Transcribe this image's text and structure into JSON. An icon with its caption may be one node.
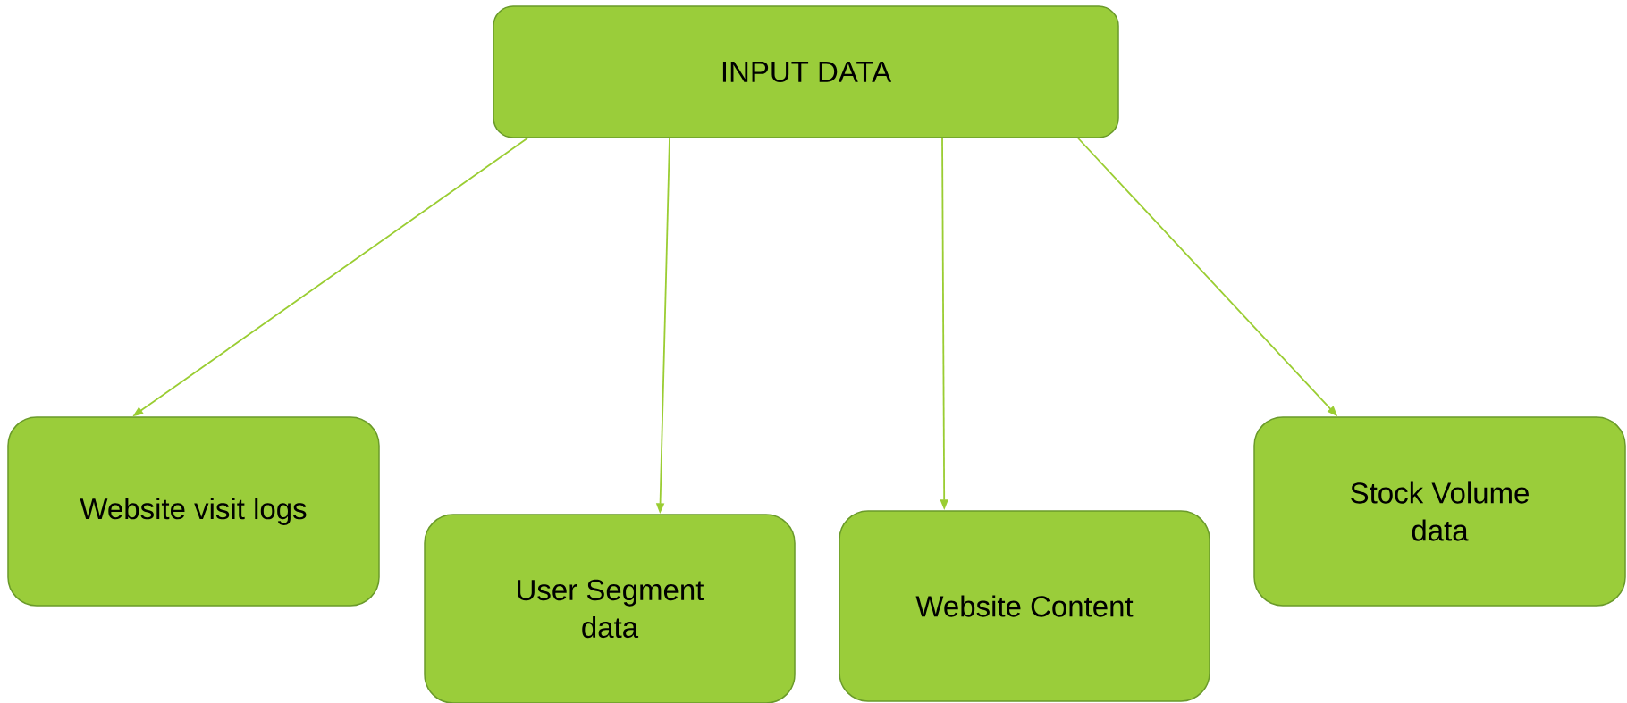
{
  "diagram": {
    "nodes": [
      {
        "text": [
          "INPUT DATA"
        ]
      },
      {
        "text": [
          "Website visit logs"
        ]
      },
      {
        "text": [
          "User Segment data"
        ]
      },
      {
        "text": [
          "Website Content"
        ]
      },
      {
        "text": [
          "Stock Volume data"
        ]
      }
    ],
    "edges": [
      {
        "from": 0,
        "to": 1,
        "arrow": "to"
      },
      {
        "from": 0,
        "to": 2,
        "arrow": "to"
      },
      {
        "from": 0,
        "to": 3,
        "arrow": "to"
      },
      {
        "from": 0,
        "to": 4,
        "arrow": "to"
      }
    ]
  }
}
